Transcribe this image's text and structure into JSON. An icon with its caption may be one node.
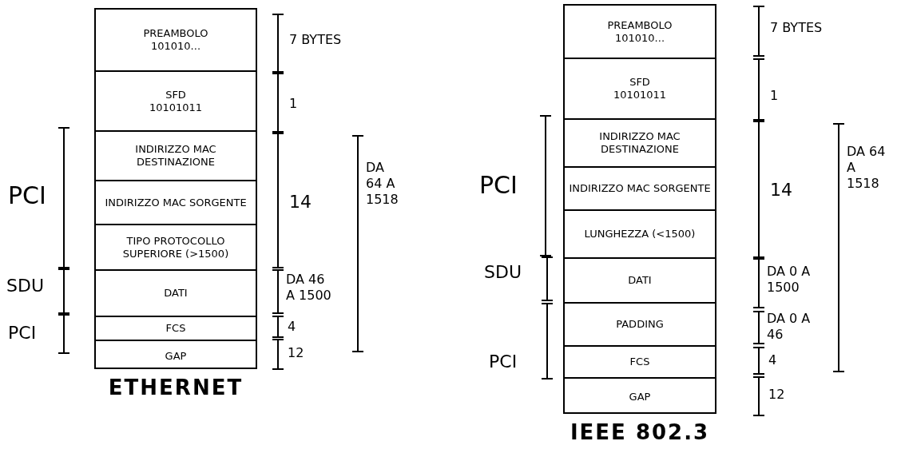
{
  "diagram": {
    "nodes": [
      {
        "text": [
          "ETHERNET"
        ]
      },
      {
        "text": [
          "PREAMBOLO",
          "101010..."
        ],
        "in": 0
      },
      {
        "text": [
          "SFD",
          "10101011"
        ],
        "in": 0
      },
      {
        "text": [
          "INDIRIZZO MAC DESTINAZIONE"
        ],
        "in": 0
      },
      {
        "text": [
          "INDIRIZZO MAC SORGENTE"
        ],
        "in": 0
      },
      {
        "text": [
          "TIPO PROTOCOLLO SUPERIORE (>1500)"
        ],
        "in": 0
      },
      {
        "text": [
          "DATI"
        ],
        "in": 0
      },
      {
        "text": [
          "FCS"
        ],
        "in": 0
      },
      {
        "text": [
          "GAP"
        ],
        "in": 0
      },
      {
        "text": [
          "IEEE 802.3"
        ]
      },
      {
        "text": [
          "PREAMBOLO",
          "101010..."
        ],
        "in": 9
      },
      {
        "text": [
          "SFD",
          "10101011"
        ],
        "in": 9
      },
      {
        "text": [
          "INDIRIZZO MAC DESTINAZIONE"
        ],
        "in": 9
      },
      {
        "text": [
          "INDIRIZZO MAC SORGENTE"
        ],
        "in": 9
      },
      {
        "text": [
          "LUNGHEZZA (<1500)"
        ],
        "in": 9
      },
      {
        "text": [
          "DATI"
        ],
        "in": 9
      },
      {
        "text": [
          "PADDING"
        ],
        "in": 9
      },
      {
        "text": [
          "FCS"
        ],
        "in": 9
      },
      {
        "text": [
          "GAP"
        ],
        "in": 9
      }
    ],
    "edges": [],
    "labels": [
      "7 BYTES",
      "1",
      "PCI",
      "14",
      "DA 64 A 1518",
      "SDU",
      "DA 46 A 1500",
      "PCI",
      "4",
      "12",
      "7 BYTES",
      "1",
      "PCI",
      "14",
      "DA 64 A 1518",
      "SDU",
      "DA 0 A 1500",
      "DA 0 A 46",
      "PCI",
      "4",
      "12"
    ]
  }
}
